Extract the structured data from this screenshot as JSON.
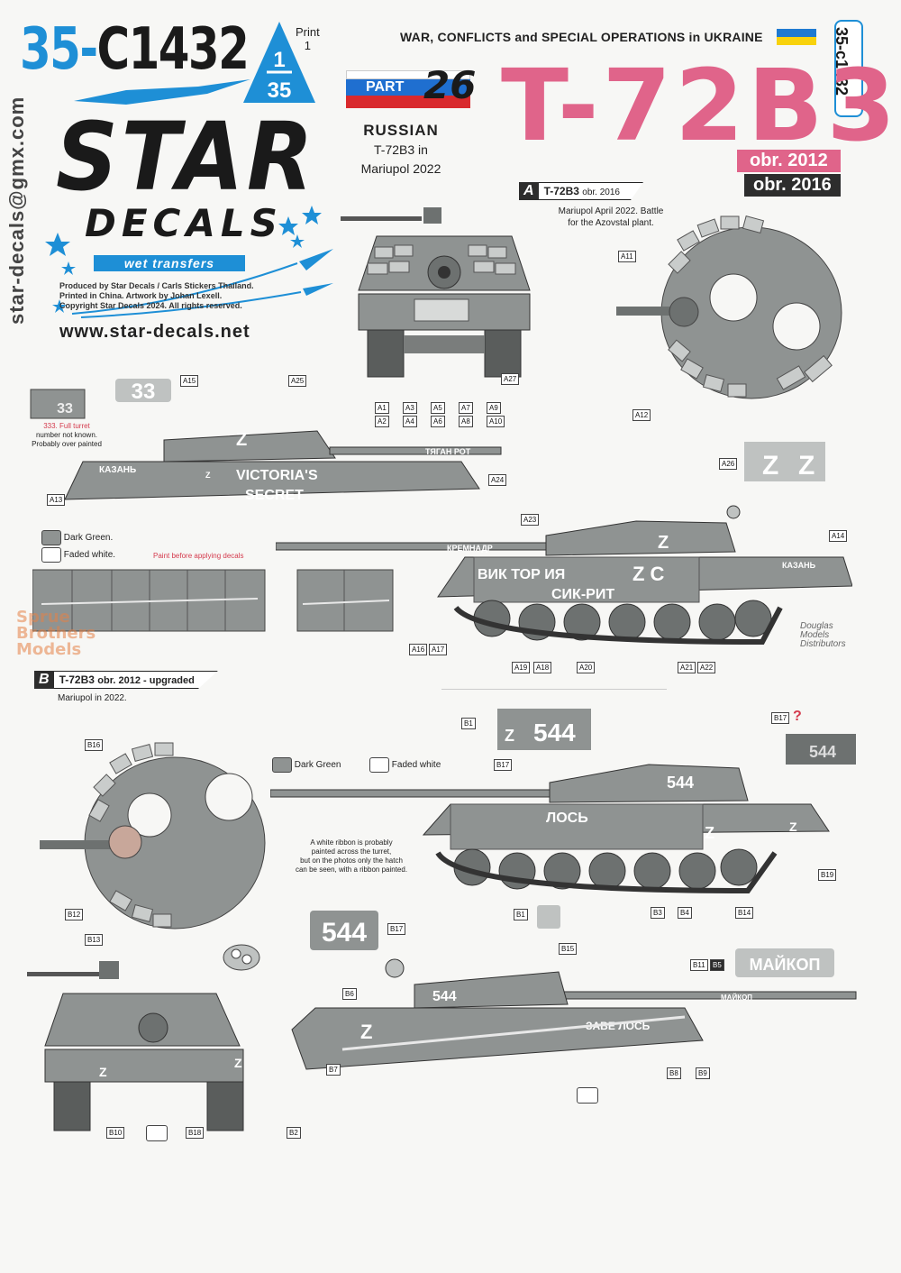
{
  "header": {
    "product_prefix": "35-",
    "product_code": "C1432",
    "print_label": "Print",
    "print_number": "1",
    "scale_top": "1",
    "scale_bottom": "35",
    "brand_main": "STAR",
    "brand_sub": "DECALS",
    "brand_tagline": "wet transfers",
    "credits": [
      "Produced by Star Decals / Carls Stickers Thailand.",
      "Printed in China. Artwork by Johan Lexell.",
      "Copyright Star Decals 2024. All rights reserved."
    ],
    "website": "www.star-decals.net",
    "email": "star-decals@gmx.com",
    "series_title": "WAR, CONFLICTS and SPECIAL OPERATIONS in UKRAINE",
    "side_code": "35-c1432",
    "part_label": "PART",
    "part_number": "26",
    "subtitle_line1": "RUSSIAN",
    "subtitle_line2": "T-72B3 in",
    "subtitle_line3": "Mariupol 2022",
    "big_title": "T-72B3",
    "badge_2012": "obr. 2012",
    "badge_2016": "obr. 2016",
    "colors": {
      "blue": "#1e8fd6",
      "pink": "#e0648a",
      "dark": "#2d2d2d",
      "tank_grey": "#8f9392",
      "flag_blue": "#1f7ad1",
      "flag_yellow": "#f8d20c"
    }
  },
  "scheme_a": {
    "letter": "A",
    "title": "T-72B3",
    "variant": "obr. 2016",
    "note_line1": "Mariupol April 2022. Battle",
    "note_line2": "for the Azovstal plant.",
    "side_note_line1": "333. Full turret",
    "side_note_line2": "number not known.",
    "side_note_line3": "Probably over painted",
    "legend_dark": "Dark Green.",
    "legend_white": "Faded white.",
    "paint_note": "Paint before applying decals",
    "slogan_en_1": "VICTORIA'S",
    "slogan_en_2": "SECRET",
    "slogan_ru_1": "ВИК ТОР ИЯ",
    "slogan_ru_2": "СИК-РИТ",
    "city_name": "КАЗАНЬ",
    "barrel_left": "ТЯГАН РОТ",
    "barrel_right": "КРЕМНАДР",
    "number_33": "33",
    "z": "Z",
    "z_c": "Z C",
    "decal_refs": [
      "A1",
      "A2",
      "A3",
      "A4",
      "A5",
      "A6",
      "A7",
      "A8",
      "A9",
      "A10",
      "A11",
      "A12",
      "A13",
      "A14",
      "A15",
      "A16",
      "A17",
      "A18",
      "A19",
      "A20",
      "A21",
      "A22",
      "A23",
      "A24",
      "A25",
      "A26",
      "A27"
    ]
  },
  "scheme_b": {
    "letter": "B",
    "title": "T-72B3",
    "variant": "obr. 2012 - upgraded",
    "note": "Mariupol in 2022.",
    "legend_dark": "Dark Green",
    "legend_white": "Faded white",
    "ribbon_note_1": "A white ribbon is probably",
    "ribbon_note_2": "painted across the turret,",
    "ribbon_note_3": "but on the photos only the hatch",
    "ribbon_note_4": "can be seen, with a ribbon painted.",
    "turret_number": "544",
    "hull_name": "ЛОСЬ",
    "hull_name_2": "ЗАВЕ ЛОСЬ",
    "city_name": "МАЙКОП",
    "b17_question": "?",
    "z": "Z",
    "decal_refs": [
      "B1",
      "B2",
      "B3",
      "B4",
      "B5",
      "B6",
      "B7",
      "B8",
      "B9",
      "B10",
      "B11",
      "B12",
      "B13",
      "B14",
      "B15",
      "B16",
      "B17",
      "B18",
      "B19"
    ]
  },
  "watermark": {
    "line1": "Sprue",
    "line2": "Brothers",
    "line3": "Models"
  },
  "distributor": {
    "line1": "Douglas",
    "line2": "Models",
    "line3": "Distributors"
  }
}
